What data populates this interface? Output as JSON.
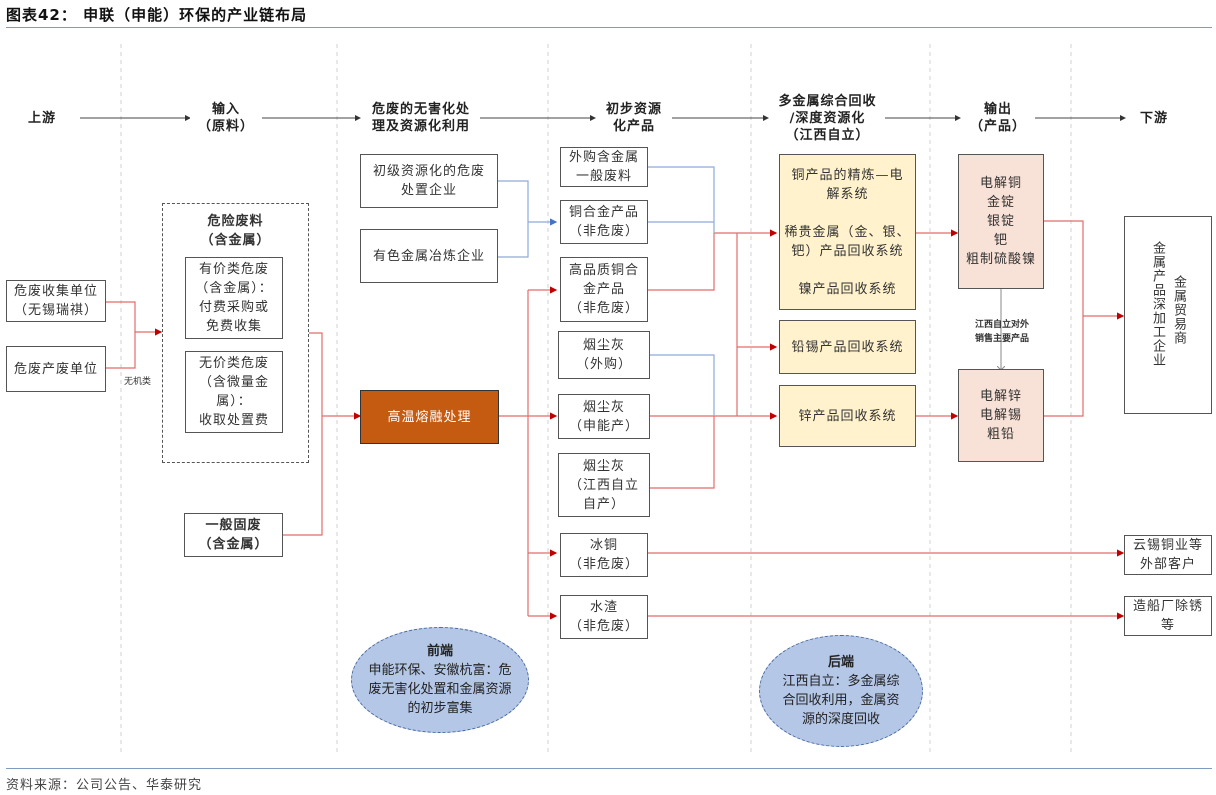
{
  "title": "图表42： 申联（申能）环保的产业链布局",
  "source": "资料来源：公司公告、华泰研究",
  "headers": {
    "upstream": "上游",
    "input": "输入\n（原料）",
    "treatment": "危废的无害化处\n理及资源化利用",
    "preliminary": "初步资源\n化产品",
    "recovery": "多金属综合回收\n/深度资源化\n（江西自立）",
    "output": "输出\n（产品）",
    "downstream": "下游"
  },
  "nodes": {
    "collector": "危废收集单位\n（无锡瑞祺）",
    "producer": "危废产废单位",
    "inorganic_label": "无机类",
    "hazardous_group_title": "危险废料\n（含金属）",
    "valuable": "有价类危废\n（含金属）：\n付费采购或\n免费收集",
    "valueless": "无价类危废\n（含微量金\n属）：\n收取处置费",
    "general_solid": "一般固废\n（含金属）",
    "primary_disposal": "初级资源化的危废\n处置企业",
    "nonferrous_smelter": "有色金属冶炼企业",
    "smelting": "高温熔融处理",
    "purchased_scrap": "外购含金属\n一般废料",
    "copper_alloy": "铜合金产品\n（非危废）",
    "hq_copper_alloy": "高品质铜合\n金产品\n（非危废）",
    "dust_purchased": "烟尘灰\n（外购）",
    "dust_shenneng": "烟尘灰\n（申能产）",
    "dust_jiangxi": "烟尘灰\n（江西自立\n自产）",
    "matte_copper": "冰铜\n（非危废）",
    "water_slag": "水渣\n（非危废）",
    "recovery_main": "铜产品的精炼—电\n解系统\n\n稀贵金属（金、银、\n钯）产品回收系统\n\n镍产品回收系统",
    "lead_tin": "铅锡产品回收系统",
    "zinc": "锌产品回收系统",
    "output_1": "电解铜\n金锭\n银锭\n钯\n粗制硫酸镍",
    "output_2": "电解锌\n电解锡\n粗铅",
    "output_note": "江西自立对外\n销售主要产品",
    "downstream_main_col1": "金属产品深加工企业",
    "downstream_main_col2": "金属贸易商",
    "yunxi": "云锡铜业等\n外部客户",
    "shipyard": "造船厂除锈\n等"
  },
  "ellipses": {
    "front_title": "前端",
    "front_body": "申能环保、安徽杭富：危\n废无害化处置和金属资源\n的初步富集",
    "back_title": "后端",
    "back_body": "江西自立：多金属综\n合回收利用，金属资\n源的深度回收"
  },
  "colors": {
    "red_line": "#e46c6c",
    "blue_line": "#8eaadb",
    "orange": "#c55a11",
    "yellow": "#fff2cc",
    "pink": "#f8e1d6",
    "ellipse": "#b4c7e7"
  }
}
